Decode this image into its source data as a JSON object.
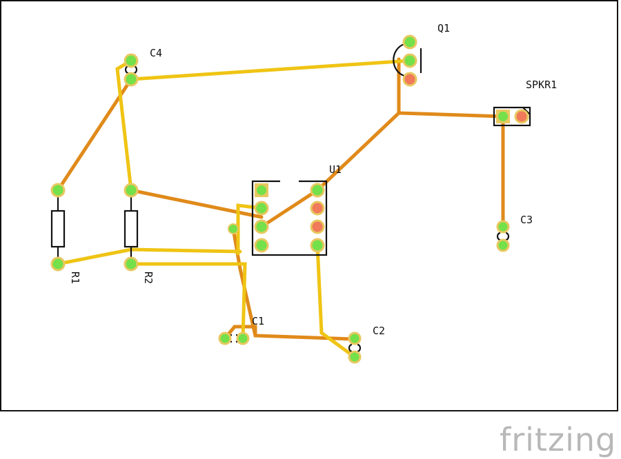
{
  "colors": {
    "background": "#ffffff",
    "board_outline": "#111111",
    "trace_bottom": "#e08a1a",
    "trace_top": "#efc414",
    "pad_ok_ring": "#e8c860",
    "pad_ok_fill": "#74e04a",
    "pad_unrouted_ring": "#e8c860",
    "pad_unrouted_fill": "#f07a5a",
    "silkscreen": "#111111",
    "brand": "#b8b8b8"
  },
  "labels": {
    "q1": "Q1",
    "c4": "C4",
    "spkr1": "SPKR1",
    "u1": "U1",
    "c3": "C3",
    "r1": "R1",
    "r2": "R2",
    "c1": "C1",
    "c2": "C2"
  },
  "brand": "fritzing"
}
